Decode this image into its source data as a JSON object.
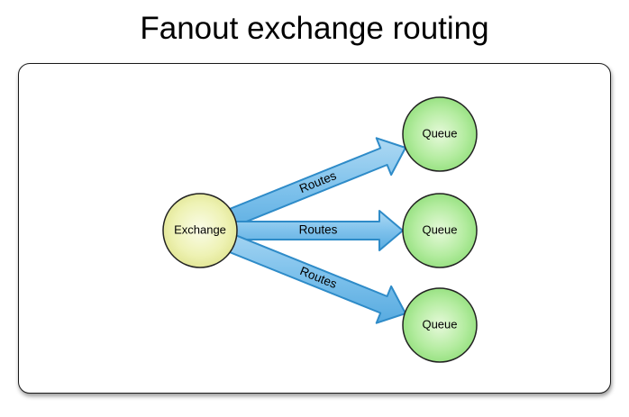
{
  "title": "Fanout exchange routing",
  "diagram": {
    "exchange": {
      "label": "Exchange"
    },
    "queues": [
      {
        "label": "Queue"
      },
      {
        "label": "Queue"
      },
      {
        "label": "Queue"
      }
    ],
    "edges": [
      {
        "label": "Routes"
      },
      {
        "label": "Routes"
      },
      {
        "label": "Routes"
      }
    ],
    "colors": {
      "exchange_fill_center": "#fafce8",
      "exchange_fill_mid": "#eef2b4",
      "exchange_fill_edge": "#dce085",
      "queue_fill_center": "#e6f9da",
      "queue_fill_mid": "#b4eca0",
      "queue_fill_edge": "#85da6e",
      "arrow_fill_light": "#aed9f3",
      "arrow_fill_mid": "#7fc2ec",
      "arrow_fill_dark": "#58abe0",
      "arrow_stroke": "#2e8bc8",
      "node_stroke": "#222222",
      "text": "#000000"
    }
  }
}
